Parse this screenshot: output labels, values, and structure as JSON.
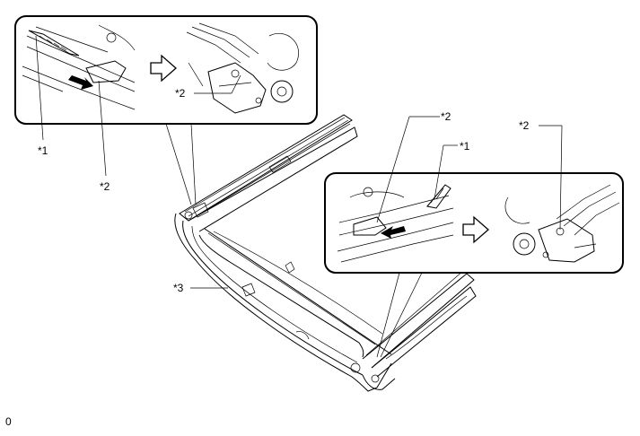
{
  "callouts": {
    "c1_left": "*1",
    "c2_left_top": "*2",
    "c2_left_bottom": "*2",
    "c2_right_a": "*2",
    "c1_right": "*1",
    "c2_right_b": "*2",
    "c3": "*3"
  },
  "footer_code": "0",
  "arrows": {
    "transition_icon": "hollow-right-arrow",
    "slide_direction_icon": "solid-arrow"
  }
}
